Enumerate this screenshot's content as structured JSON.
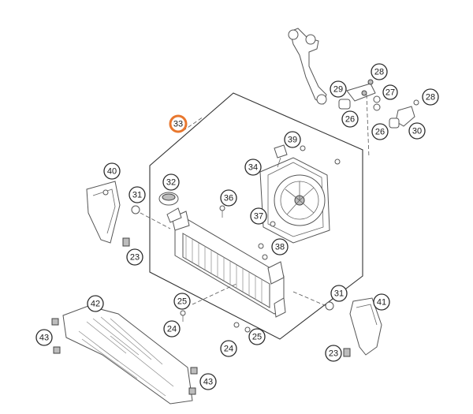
{
  "diagram": {
    "highlight_color": "#e8772e",
    "callouts": [
      {
        "id": "c33",
        "label": "33",
        "cx": 0,
        "cy": 0,
        "highlight": true
      },
      {
        "id": "c28a",
        "label": "28"
      },
      {
        "id": "c29",
        "label": "29"
      },
      {
        "id": "c27",
        "label": "27"
      },
      {
        "id": "c28b",
        "label": "28"
      },
      {
        "id": "c26a",
        "label": "26"
      },
      {
        "id": "c26b",
        "label": "26"
      },
      {
        "id": "c30",
        "label": "30"
      },
      {
        "id": "c39",
        "label": "39"
      },
      {
        "id": "c34",
        "label": "34"
      },
      {
        "id": "c40",
        "label": "40"
      },
      {
        "id": "c32",
        "label": "32"
      },
      {
        "id": "c31a",
        "label": "31"
      },
      {
        "id": "c36",
        "label": "36"
      },
      {
        "id": "c37",
        "label": "37"
      },
      {
        "id": "c38",
        "label": "38"
      },
      {
        "id": "c23a",
        "label": "23"
      },
      {
        "id": "c31b",
        "label": "31"
      },
      {
        "id": "c41",
        "label": "41"
      },
      {
        "id": "c42",
        "label": "42"
      },
      {
        "id": "c25a",
        "label": "25"
      },
      {
        "id": "c24a",
        "label": "24"
      },
      {
        "id": "c43a",
        "label": "43"
      },
      {
        "id": "c24b",
        "label": "24"
      },
      {
        "id": "c25b",
        "label": "25"
      },
      {
        "id": "c23b",
        "label": "23"
      },
      {
        "id": "c43b",
        "label": "43"
      }
    ]
  }
}
